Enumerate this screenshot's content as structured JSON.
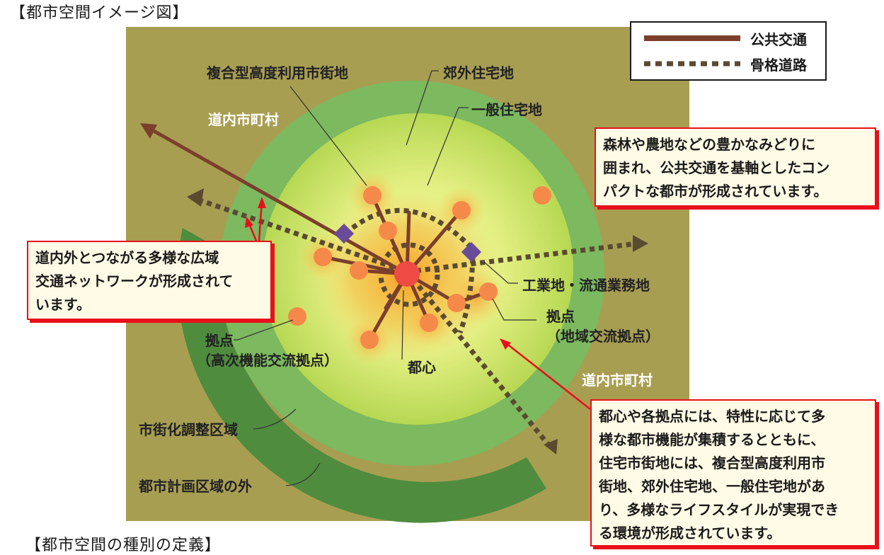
{
  "page": {
    "heading_top": "【都市空間イメージ図】",
    "heading_bottom": "【都市空間の種別の定義】"
  },
  "legend": {
    "transit_label": "公共交通",
    "road_label": "骨格道路",
    "transit_color": "#7b3f2c",
    "road_color": "#5a4a30"
  },
  "labels": {
    "mixed_use": "複合型高度利用市街地",
    "suburban": "郊外住宅地",
    "general": "一般住宅地",
    "municipality_nw": "道内市町村",
    "municipality_se": "道内市町村",
    "industrial": "工業地・流通業務地",
    "hub_regional_1": "拠点",
    "hub_regional_2": "（地域交流拠点）",
    "hub_high_1": "拠点",
    "hub_high_2": "（高次機能交流拠点）",
    "city_center": "都心",
    "urbanization_control": "市街化調整区域",
    "outside_planning": "都市計画区域の外"
  },
  "callouts": {
    "greenery_lines": [
      "森林や農地などの豊かなみどりに",
      "囲まれ、公共交通を基軸としたコン",
      "パクトな都市が形成されています。"
    ],
    "network_lines": [
      "道内外とつながる多様な広域",
      "交通ネットワークが形成されて",
      "います。"
    ],
    "functions_lines": [
      "都心や各拠点には、特性に応じて多",
      "様な都市機能が集積するとともに、",
      "住宅市街地には、複合型高度利用市",
      "街地、郊外住宅地、一般住宅地があ",
      "り、多様なライフスタイルが実現でき",
      "る環境が形成されています。"
    ]
  },
  "colors": {
    "outer_land": "#a89e52",
    "control_zone": "#4f8c3e",
    "suburban_zone": "#7cb95f",
    "general_zone": "#c7df5c",
    "core_glow": "#f7a81d",
    "hub_node": "#f5894a",
    "center_node": "#ee4b45",
    "industrial_marker": "#6a4b9a",
    "callout_border": "#e8101a",
    "callout_fill": "#fffbe6"
  }
}
